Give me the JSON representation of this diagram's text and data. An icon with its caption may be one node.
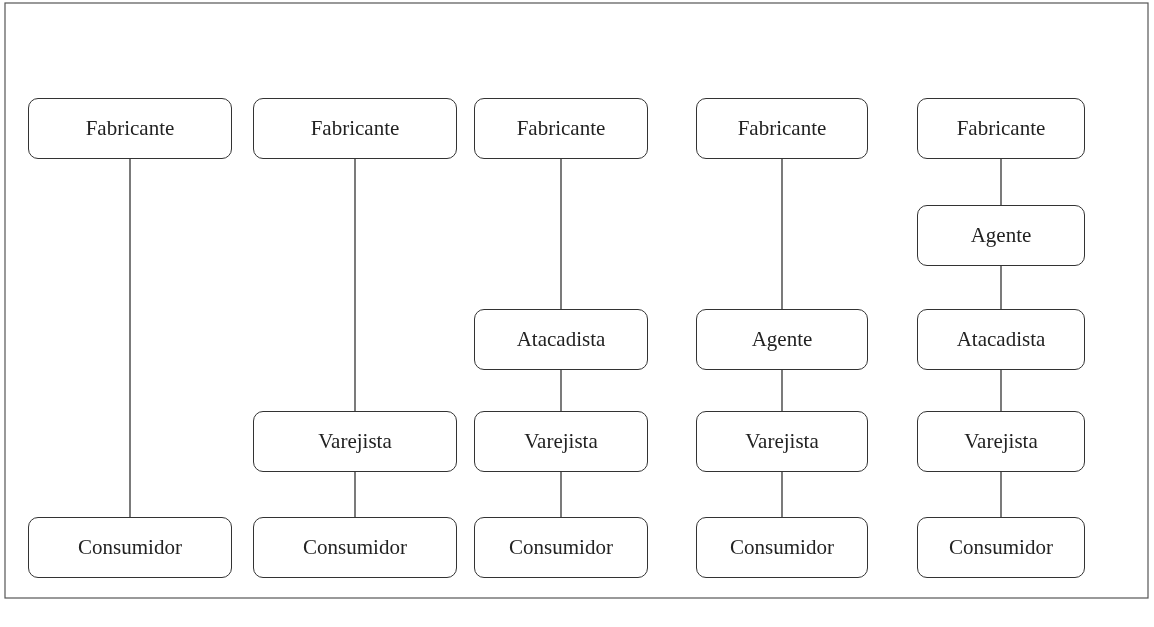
{
  "diagram": {
    "nodes": [
      {
        "text": [
          "Fabricante"
        ]
      },
      {
        "text": [
          "Consumidor"
        ]
      },
      {
        "text": [
          "Fabricante"
        ]
      },
      {
        "text": [
          "Varejista"
        ]
      },
      {
        "text": [
          "Consumidor"
        ]
      },
      {
        "text": [
          "Fabricante"
        ]
      },
      {
        "text": [
          "Atacadista"
        ]
      },
      {
        "text": [
          "Varejista"
        ]
      },
      {
        "text": [
          "Consumidor"
        ]
      },
      {
        "text": [
          "Fabricante"
        ]
      },
      {
        "text": [
          "Agente"
        ]
      },
      {
        "text": [
          "Varejista"
        ]
      },
      {
        "text": [
          "Consumidor"
        ]
      },
      {
        "text": [
          "Fabricante"
        ]
      },
      {
        "text": [
          "Agente"
        ]
      },
      {
        "text": [
          "Atacadista"
        ]
      },
      {
        "text": [
          "Varejista"
        ]
      },
      {
        "text": [
          "Consumidor"
        ]
      }
    ],
    "edges": [
      {
        "from": 0,
        "to": 1,
        "arrow": "none"
      },
      {
        "from": 2,
        "to": 3,
        "arrow": "none"
      },
      {
        "from": 3,
        "to": 4,
        "arrow": "none"
      },
      {
        "from": 5,
        "to": 6,
        "arrow": "none"
      },
      {
        "from": 6,
        "to": 7,
        "arrow": "none"
      },
      {
        "from": 7,
        "to": 8,
        "arrow": "none"
      },
      {
        "from": 9,
        "to": 10,
        "arrow": "none"
      },
      {
        "from": 10,
        "to": 11,
        "arrow": "none"
      },
      {
        "from": 11,
        "to": 12,
        "arrow": "none"
      },
      {
        "from": 13,
        "to": 14,
        "arrow": "none"
      },
      {
        "from": 14,
        "to": 15,
        "arrow": "none"
      },
      {
        "from": 15,
        "to": 16,
        "arrow": "none"
      },
      {
        "from": 16,
        "to": 17,
        "arrow": "none"
      }
    ]
  }
}
